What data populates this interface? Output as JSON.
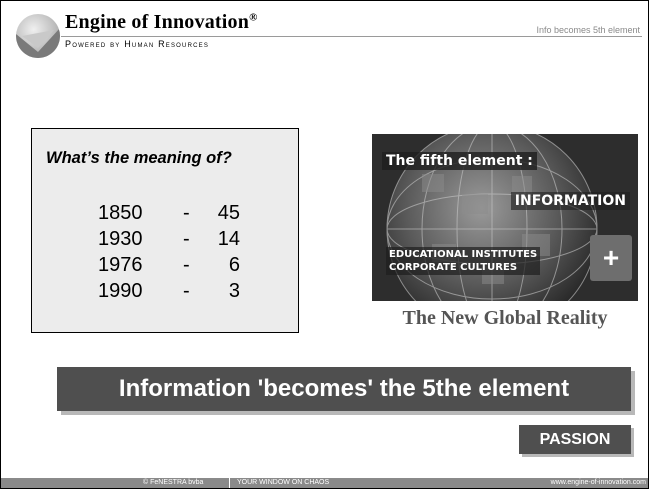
{
  "header": {
    "title": "Engine of Innovation",
    "title_mark": "®",
    "subtitle": "Powered by Human Resources",
    "slide_caption": "Info becomes 5th element"
  },
  "quiz": {
    "question": "What’s the meaning of?",
    "rows": [
      {
        "year": "1850",
        "sep": "-",
        "value": "45"
      },
      {
        "year": "1930",
        "sep": "-",
        "value": "14"
      },
      {
        "year": "1976",
        "sep": "-",
        "value": "6"
      },
      {
        "year": "1990",
        "sep": "-",
        "value": "3"
      }
    ]
  },
  "image_panel": {
    "line1": "The fifth element :",
    "line2": "INFORMATION",
    "line3a": "EDUCATIONAL INSTITUTES",
    "line3b": "CORPORATE CULTURES",
    "badge": "+",
    "caption": "The New Global Reality"
  },
  "banner": {
    "text": "Information 'becomes' the 5the element"
  },
  "tag": {
    "text": "PASSION"
  },
  "footer": {
    "copyright": "© FeNESTRA bvba",
    "motto": "YOUR WINDOW ON CHAOS",
    "url": "www.engine-of-innovation.com"
  },
  "colors": {
    "banner_bg": "#4f4f4f",
    "quiz_bg": "#ececec",
    "footer_bg": "#8a8a8a"
  }
}
